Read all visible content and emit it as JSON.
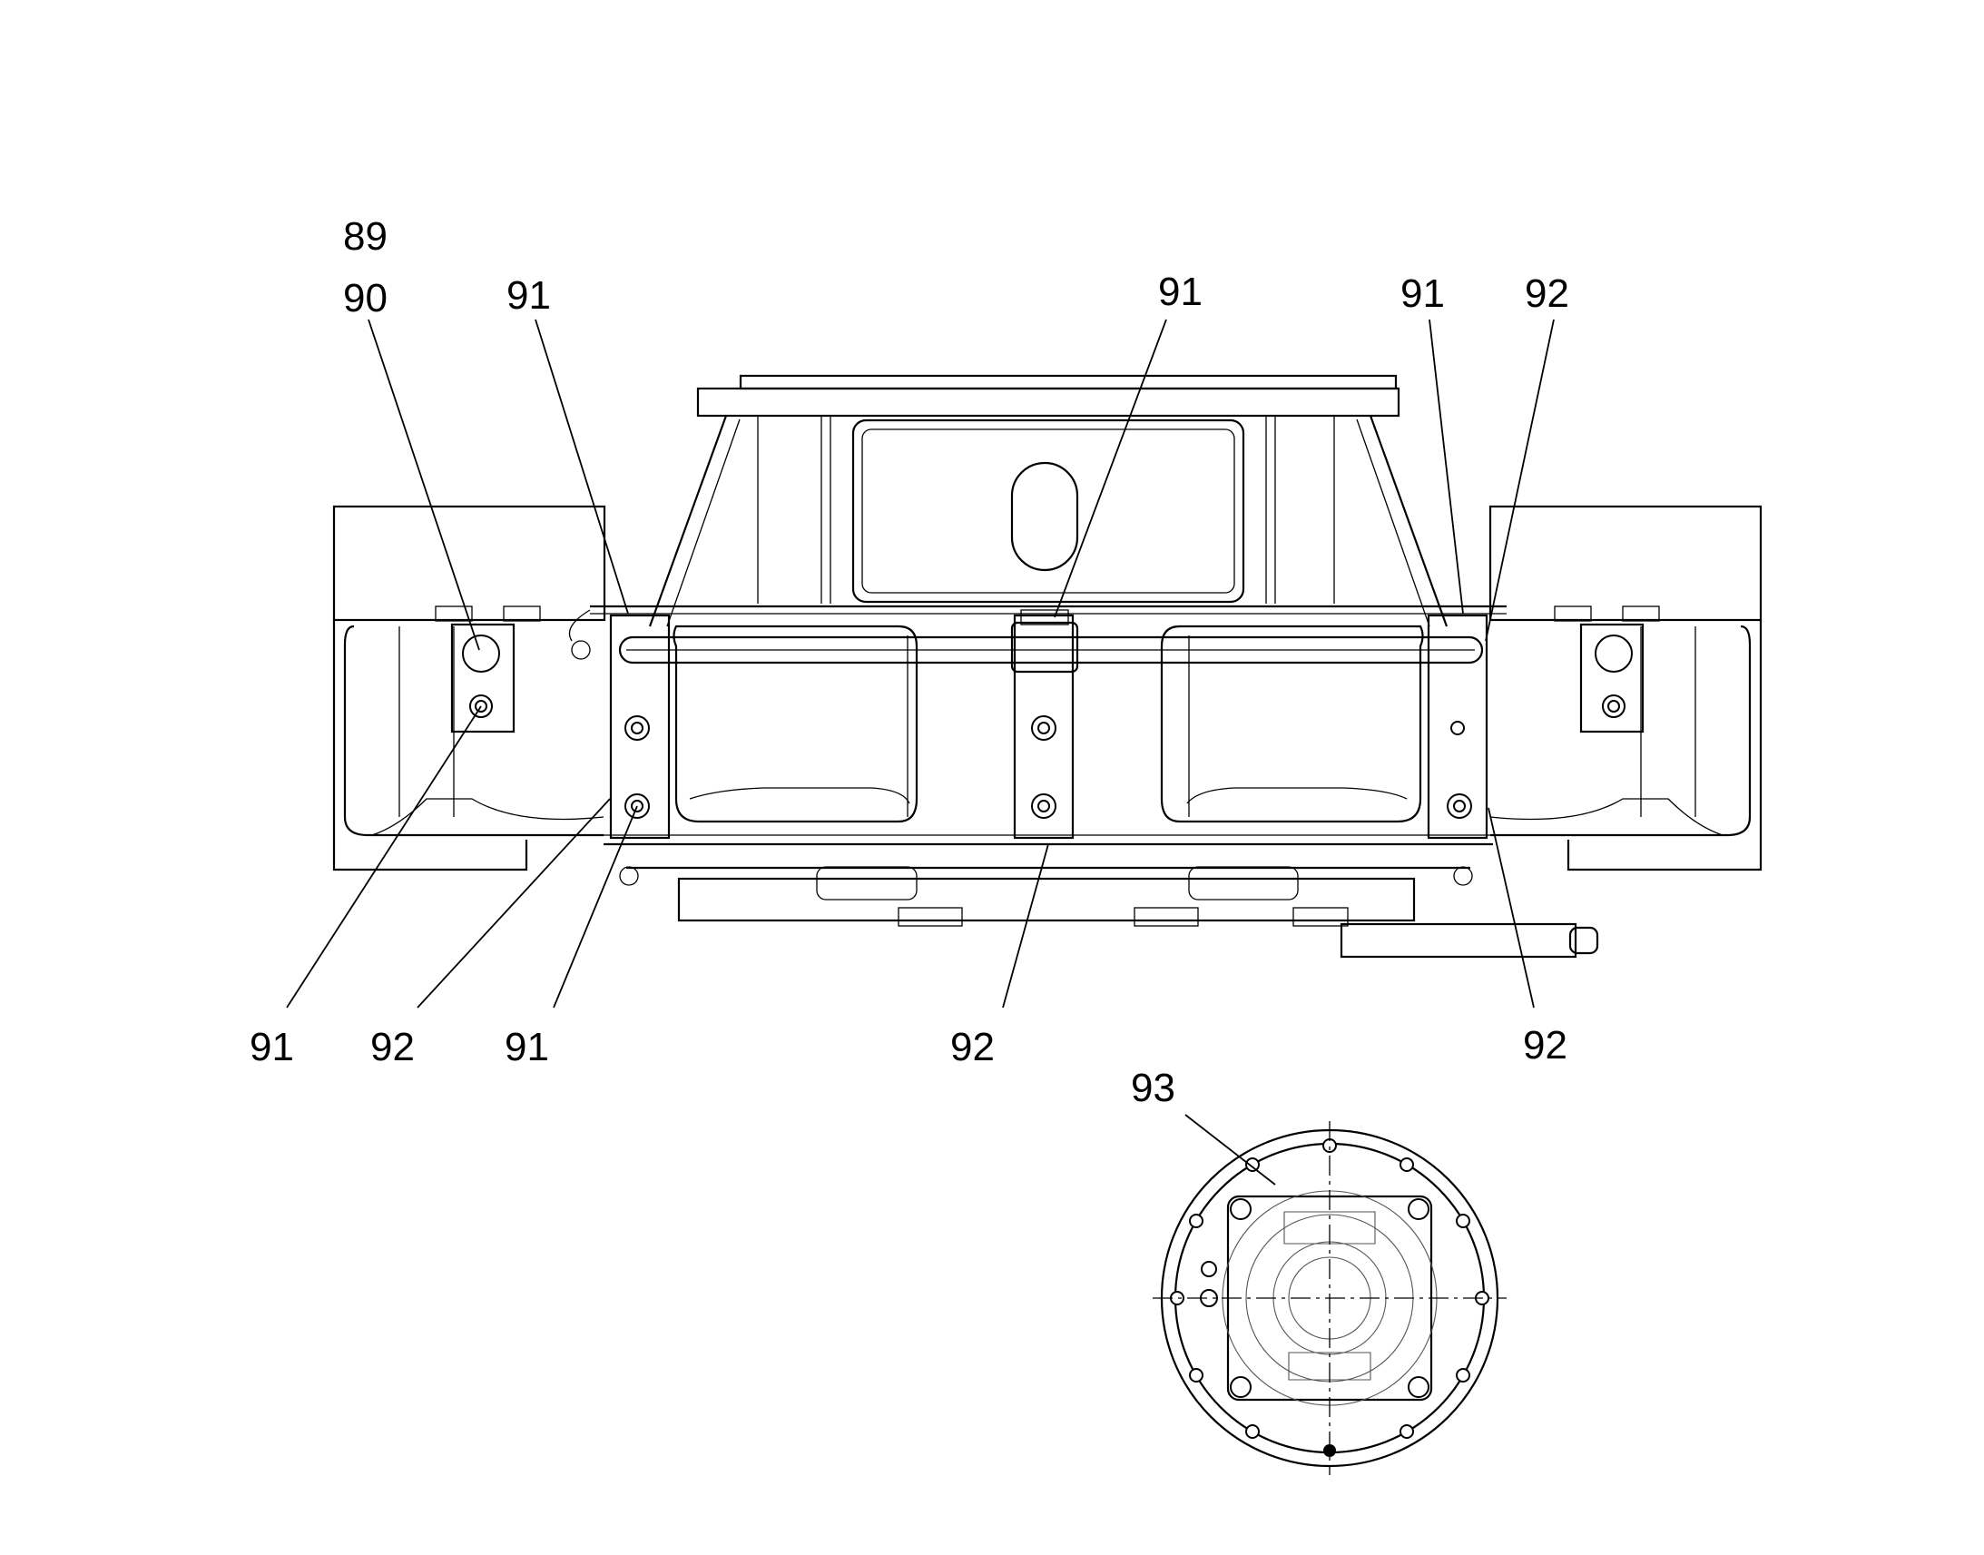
{
  "figure": {
    "labels": [
      {
        "key": "89",
        "text": "89"
      },
      {
        "key": "90",
        "text": "90"
      },
      {
        "key": "91a",
        "text": "91"
      },
      {
        "key": "91b",
        "text": "91"
      },
      {
        "key": "91c",
        "text": "91"
      },
      {
        "key": "92a",
        "text": "92"
      },
      {
        "key": "91d",
        "text": "91"
      },
      {
        "key": "92b",
        "text": "92"
      },
      {
        "key": "91e",
        "text": "91"
      },
      {
        "key": "92c",
        "text": "92"
      },
      {
        "key": "92d",
        "text": "92"
      },
      {
        "key": "93",
        "text": "93"
      }
    ]
  }
}
